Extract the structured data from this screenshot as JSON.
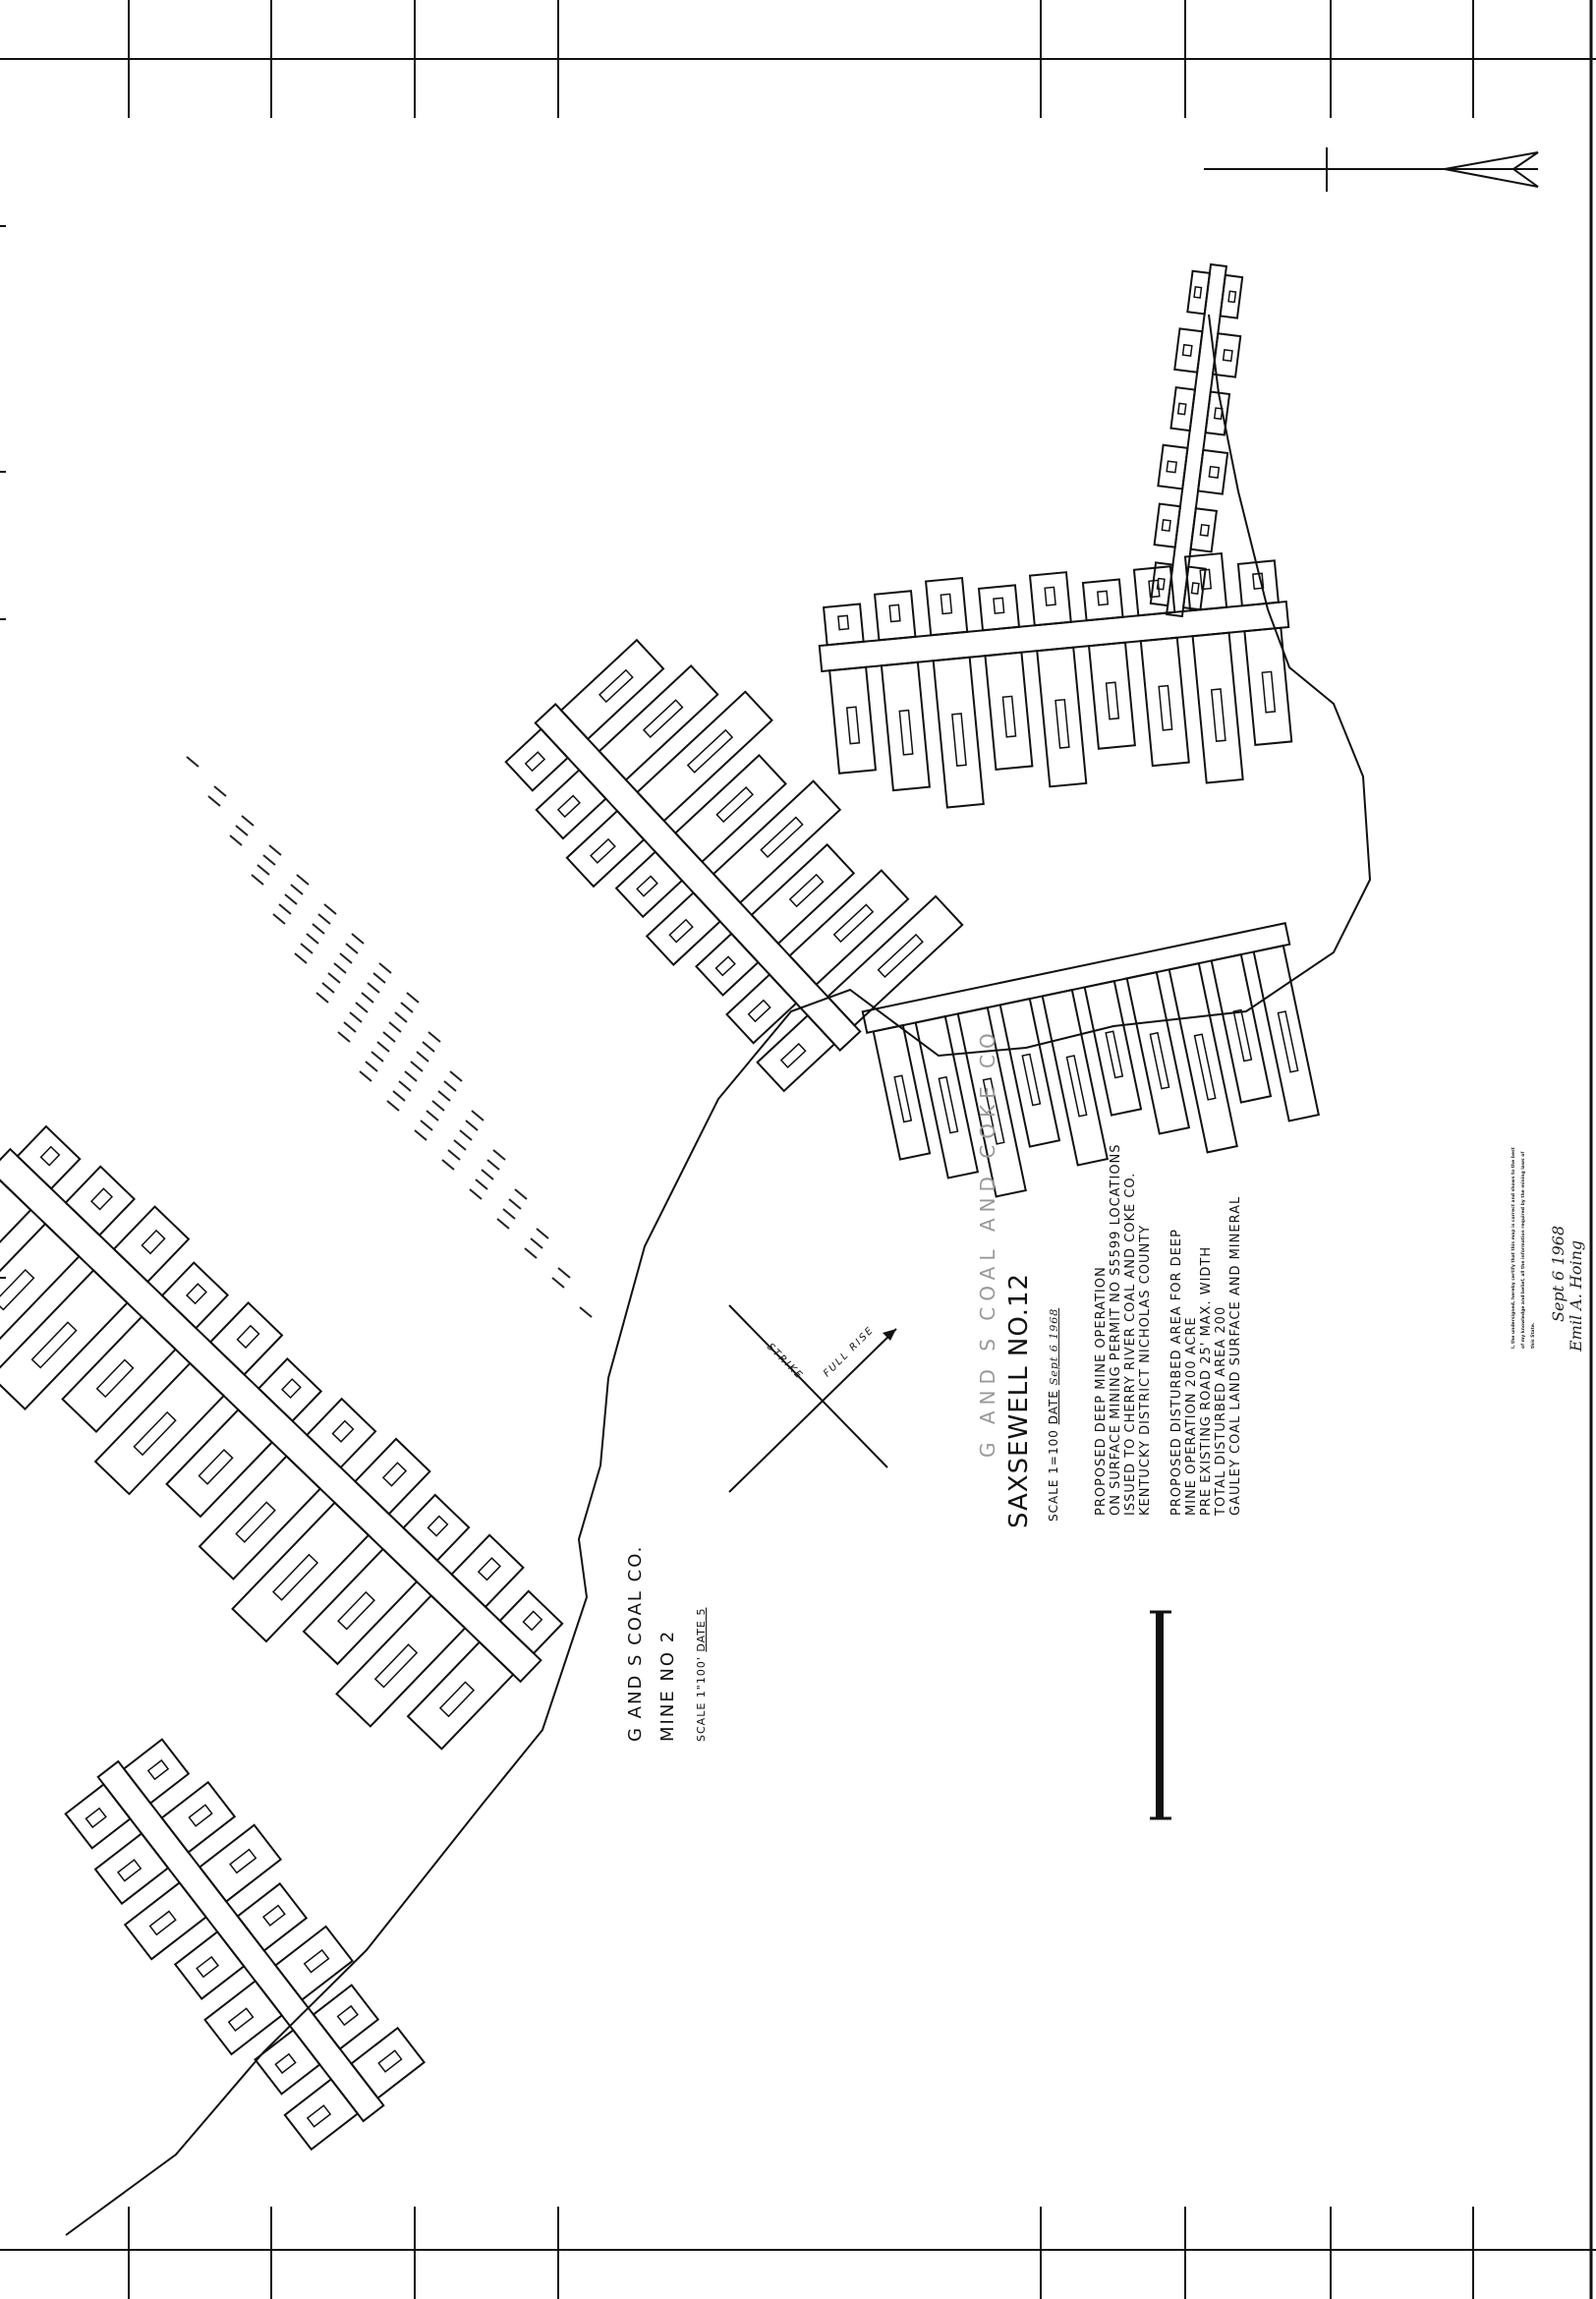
{
  "saxsewell": {
    "header_partial": "G AND S COAL AND COKE CO",
    "title": "SAXSEWELL NO.12",
    "scale_label": "SCALE 1=100",
    "date_label": "DATE",
    "date_value": "Sept 6 1968",
    "paragraph1": [
      "PROPOSED DEEP MINE OPERATION",
      "ON SURFACE MINING PERMIT NO S5599 LOCATIONS",
      "ISSUED TO CHERRY RIVER COAL AND COKE CO.",
      "KENTUCKY DISTRICT NICHOLAS COUNTY"
    ],
    "paragraph2": [
      "PROPOSED DISTURBED AREA FOR DEEP",
      "MINE OPERATION 200 ACRE",
      "PRE EXISTING ROAD 25' MAX. WIDTH",
      "TOTAL DISTURBED AREA 200",
      "GAULEY COAL LAND SURFACE AND MINERAL"
    ]
  },
  "gands": {
    "company": "G AND S COAL CO.",
    "mine": "MINE NO 2",
    "scale_label": "SCALE 1\"100'",
    "date_label": "DATE 5"
  },
  "strike_dip": {
    "strike_label": "STRIKE",
    "rise_label": "FULL RISE"
  },
  "certification": {
    "text": "I, the undersigned, hereby certify that this map is correct and shows to the best of my knowledge and belief, all the information required by the mining laws of this State.",
    "signature_date": "Sept 6 1968",
    "signature_name": "Emil A. Hoing"
  }
}
